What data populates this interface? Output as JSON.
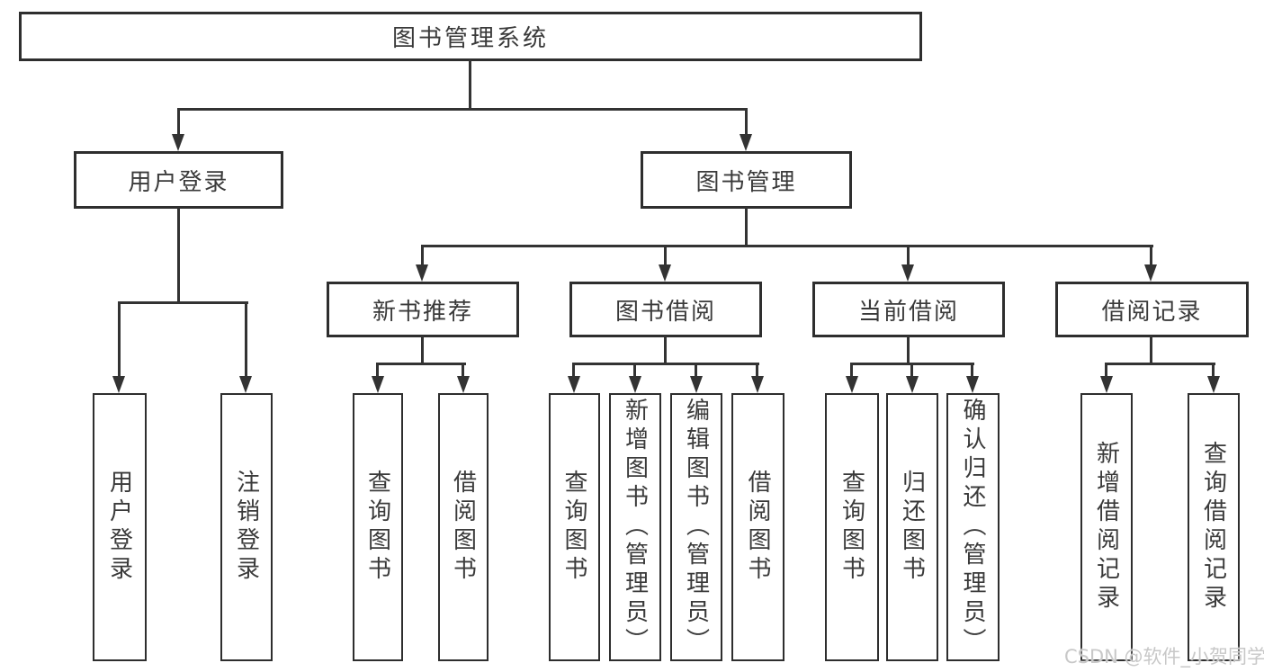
{
  "diagram": {
    "type": "hierarchy-tree",
    "background": "#ffffff",
    "line_color": "#333333",
    "box_border_color": "#2e2e2e",
    "text_color": "#3a3a3a"
  },
  "tree": {
    "root": {
      "label": "图书管理系统",
      "children": [
        {
          "label": "用户登录",
          "children": [
            {
              "label": "用户登录"
            },
            {
              "label": "注销登录"
            }
          ]
        },
        {
          "label": "图书管理",
          "children": [
            {
              "label": "新书推荐",
              "children": [
                {
                  "label": "查询图书"
                },
                {
                  "label": "借阅图书"
                }
              ]
            },
            {
              "label": "图书借阅",
              "children": [
                {
                  "label": "查询图书"
                },
                {
                  "label": "新增图书（管理员）"
                },
                {
                  "label": "编辑图书（管理员）"
                },
                {
                  "label": "借阅图书"
                }
              ]
            },
            {
              "label": "当前借阅",
              "children": [
                {
                  "label": "查询图书"
                },
                {
                  "label": "归还图书"
                },
                {
                  "label": "确认归还（管理员）"
                }
              ]
            },
            {
              "label": "借阅记录",
              "children": [
                {
                  "label": "新增借阅记录"
                },
                {
                  "label": "查询借阅记录"
                }
              ]
            }
          ]
        }
      ]
    }
  },
  "watermark": {
    "text": "CSDN @软件_小贺同学",
    "color": "#c8c8c8"
  }
}
